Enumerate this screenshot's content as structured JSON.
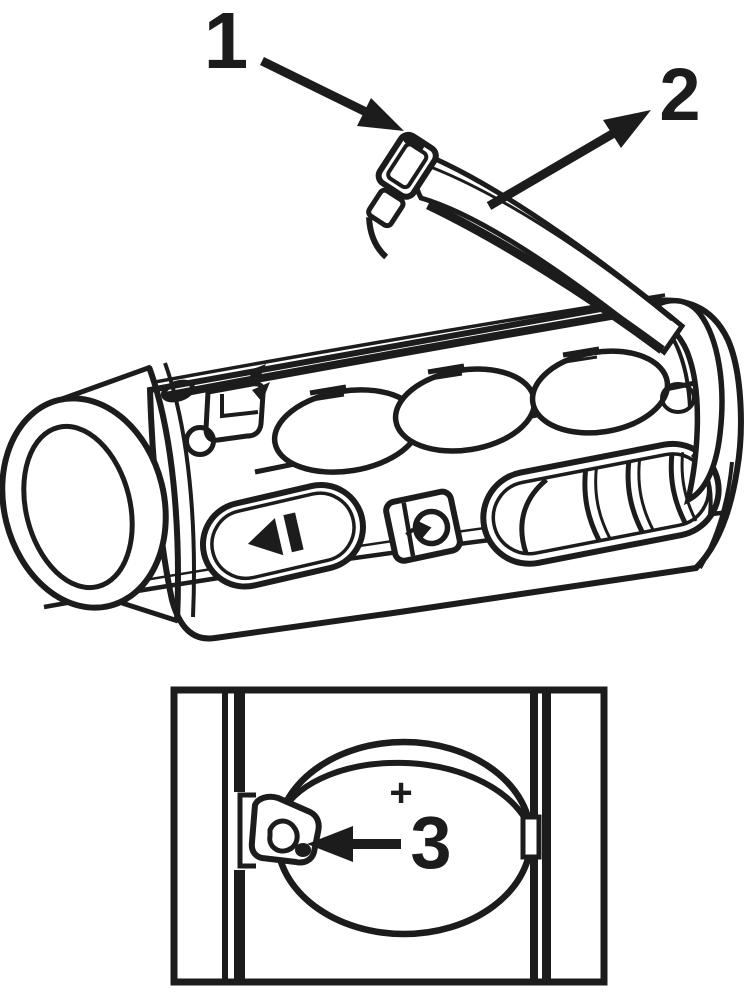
{
  "figure": {
    "type": "instruction-line-art",
    "subject": "flashlight with open battery cover and coin-cell battery inset",
    "colors": {
      "ink": "#1c1c1c",
      "background": "#ffffff"
    },
    "callouts": {
      "cover_latch": {
        "label": "1"
      },
      "battery_cover": {
        "label": "2"
      },
      "battery_release_clip": {
        "label": "3"
      }
    },
    "inset": {
      "polarity_label": "+"
    }
  }
}
